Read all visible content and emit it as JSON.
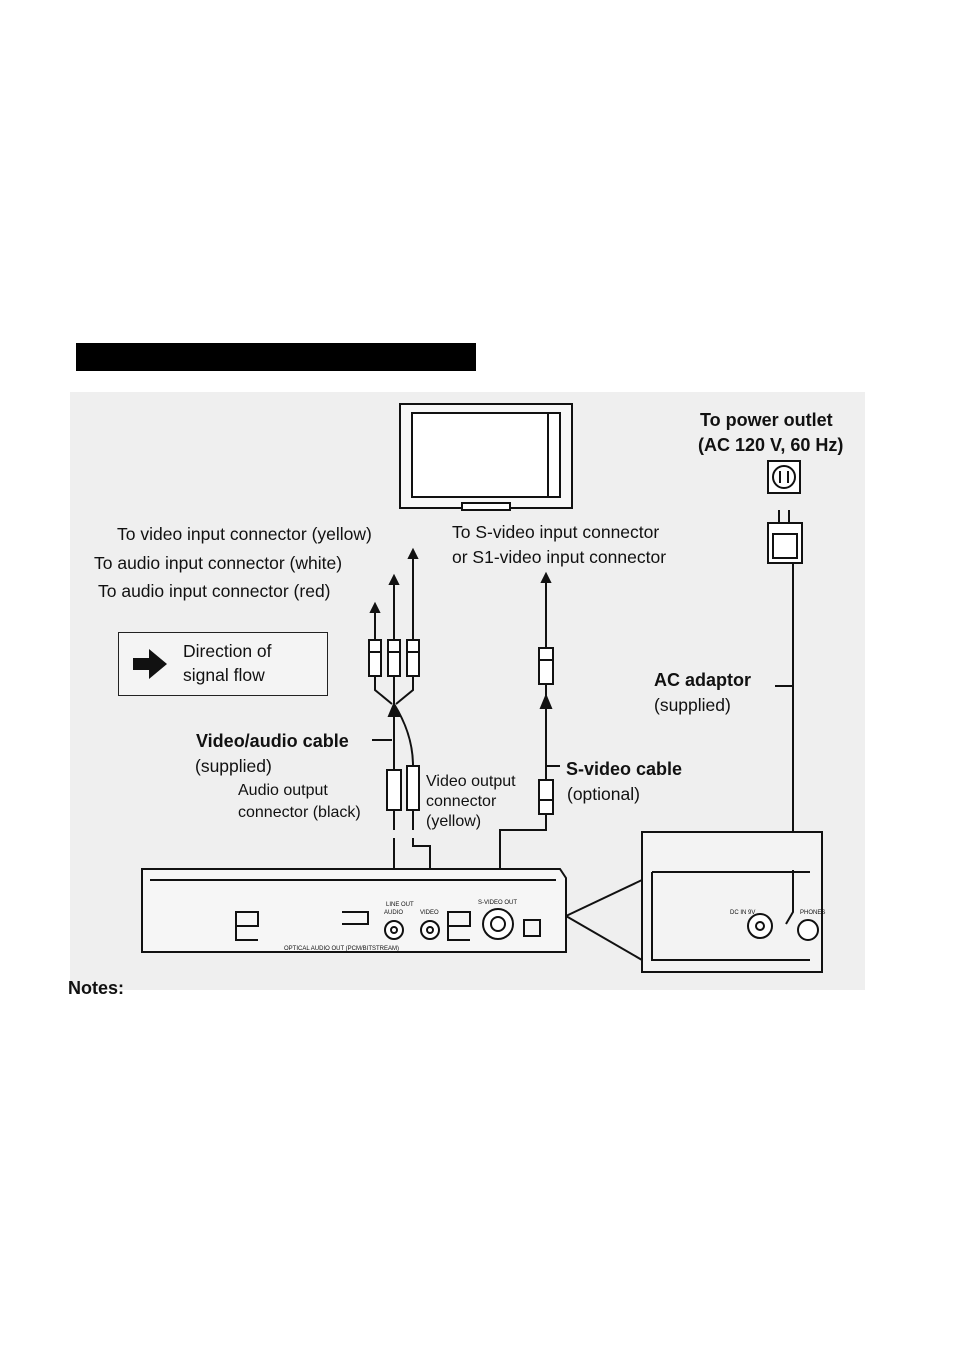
{
  "labels": {
    "power_outlet_line1": "To power outlet",
    "power_outlet_line2": "(AC 120 V, 60 Hz)",
    "video_input_yellow": "To video input connector (yellow)",
    "audio_input_white": "To audio input connector (white)",
    "audio_input_red": "To audio input connector (red)",
    "svideo_input_line1": "To S-video input connector",
    "svideo_input_line2": "or S1-video input connector",
    "legend_line1": "Direction of",
    "legend_line2": "signal flow",
    "ac_adaptor": "AC adaptor",
    "ac_adaptor_supplied": "(supplied)",
    "video_audio_cable": "Video/audio cable",
    "video_audio_cable_supplied": "(supplied)",
    "audio_output_line1": "Audio output",
    "audio_output_line2": "connector (black)",
    "video_output_line1": "Video output",
    "video_output_line2": "connector",
    "video_output_line3": "(yellow)",
    "svideo_cable": "S-video cable",
    "svideo_cable_optional": "(optional)",
    "notes": "Notes:"
  },
  "panel_text": {
    "line_out": "LINE OUT",
    "audio": "AUDIO",
    "video": "VIDEO",
    "svideo_out": "S-VIDEO OUT",
    "optical": "OPTICAL AUDIO OUT (PCM/BITSTREAM)",
    "dc_in": "DC IN 9V",
    "phones": "PHONES"
  },
  "colors": {
    "panel_bg": "#efefef",
    "line": "#111111",
    "header_bar": "#000000"
  }
}
